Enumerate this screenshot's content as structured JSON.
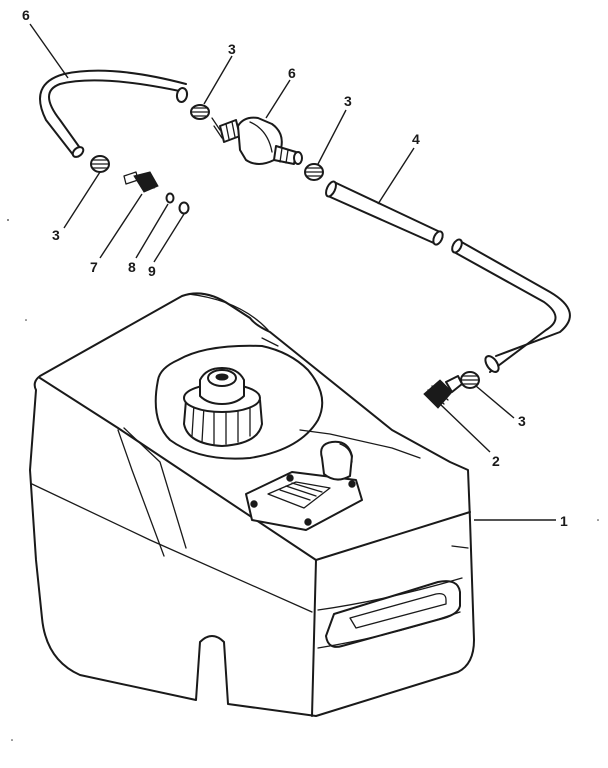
{
  "callouts": {
    "hose_upper": "6",
    "clamp_a": "3",
    "primer_bulb": "6",
    "clamp_b": "3",
    "hose_straight": "4",
    "clamp_c": "3",
    "fitting_engine": "7",
    "o_ring_8": "8",
    "o_ring_9": "9",
    "fitting_tank": "2",
    "clamp_d": "3",
    "fuel_tank": "1"
  }
}
